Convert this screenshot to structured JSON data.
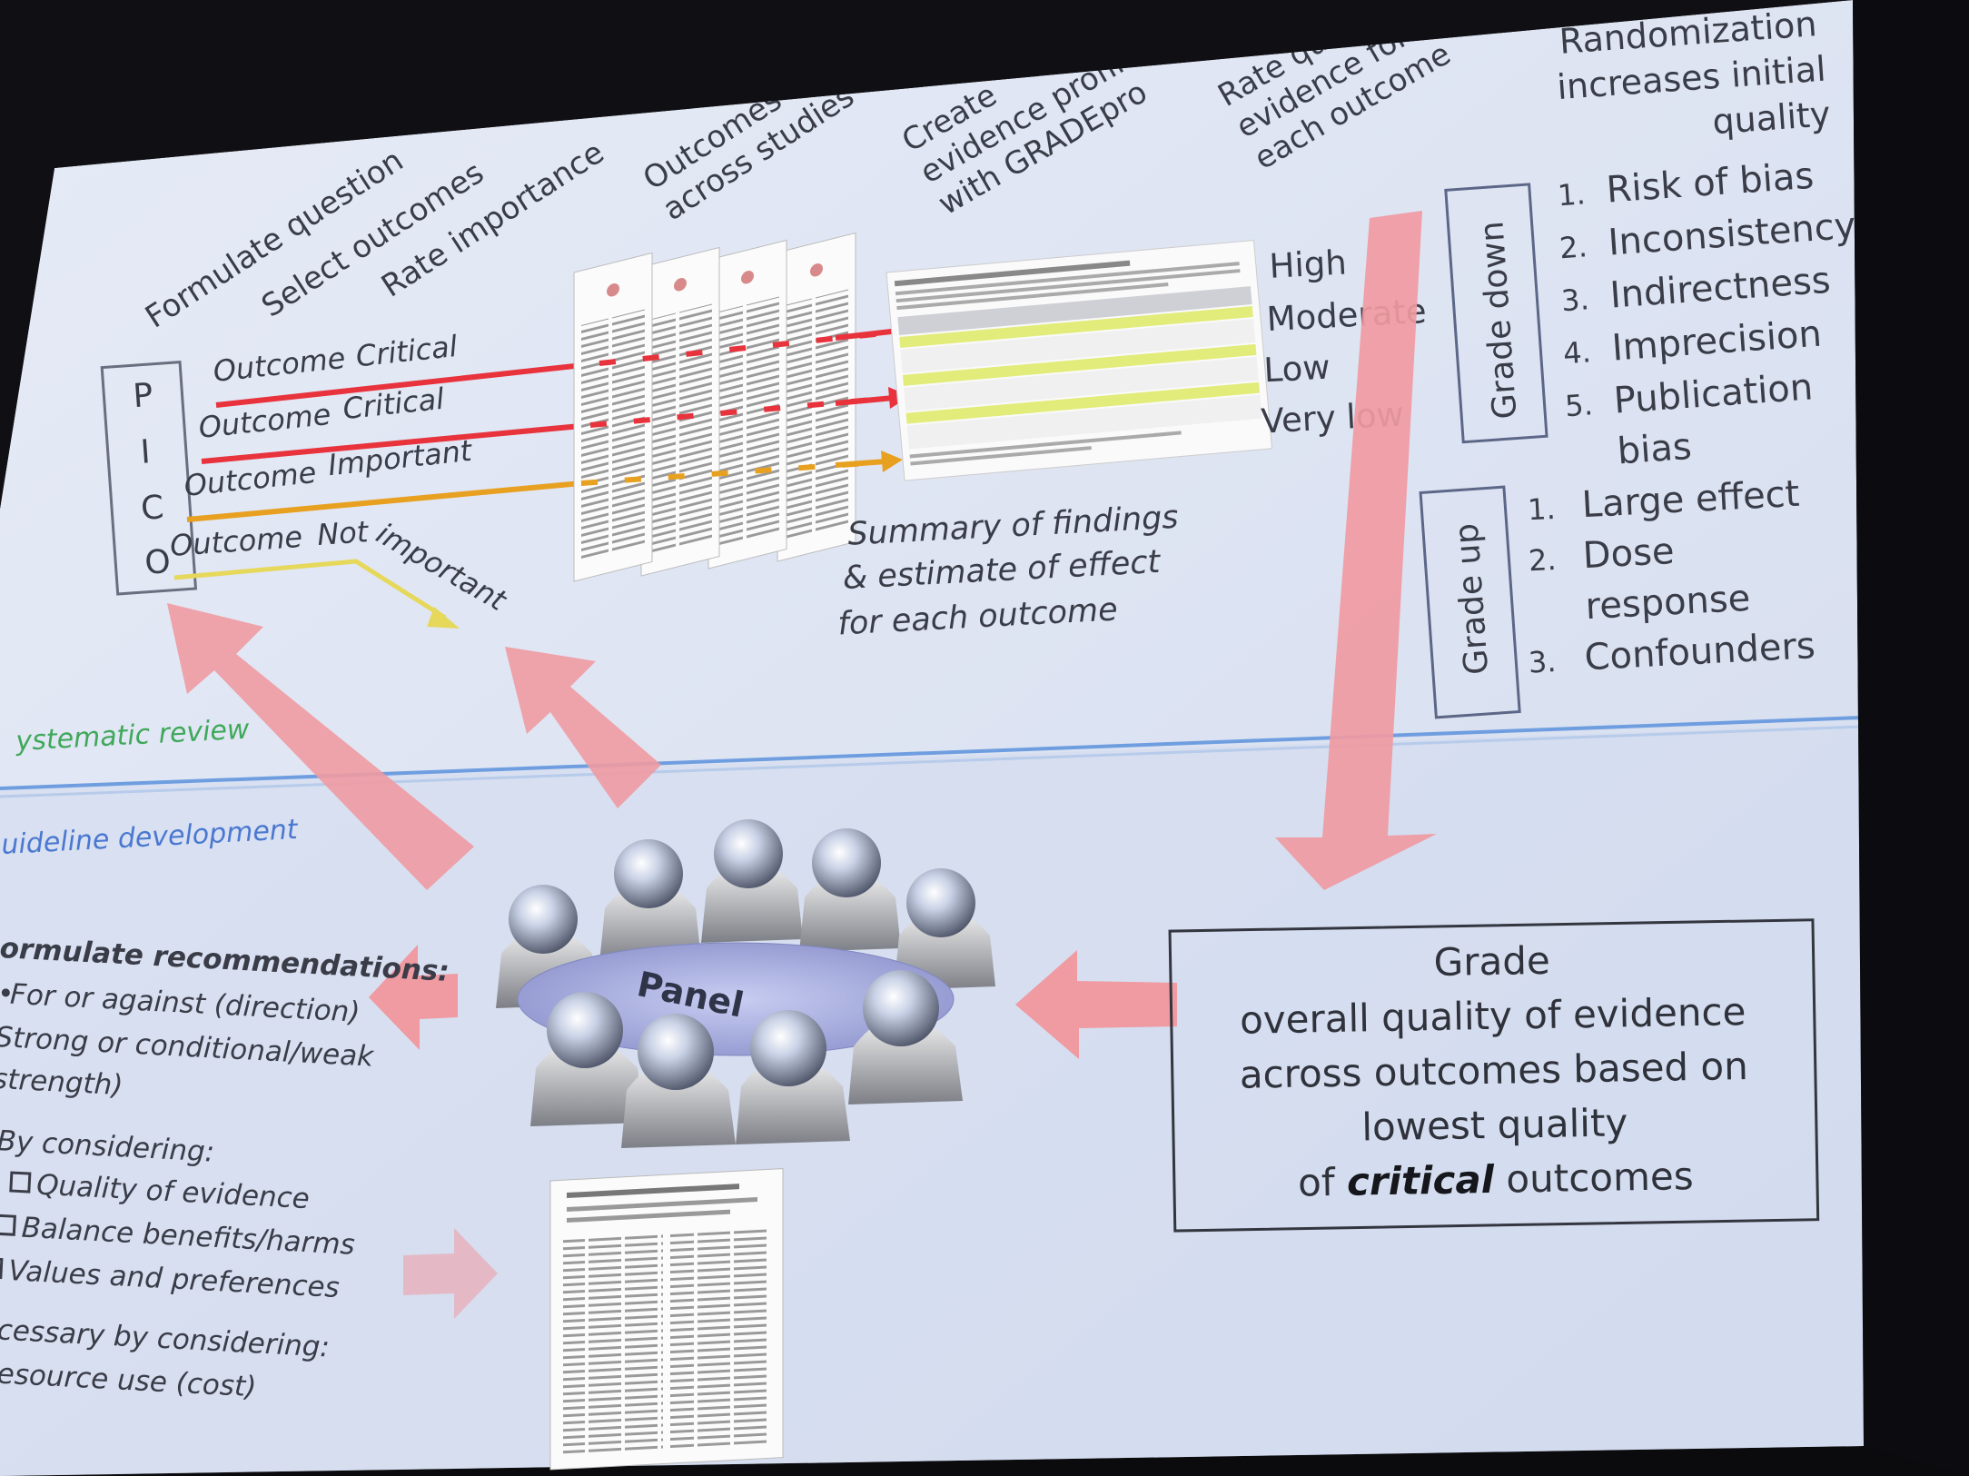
{
  "steps": {
    "formulate_question": "Formulate question",
    "select_outcomes": "Select outcomes",
    "rate_importance": "Rate importance",
    "outcomes_across_studies": [
      "Outcomes",
      "across studies"
    ],
    "create_profile": [
      "Create",
      "evidence profile",
      "with GRADEpro"
    ],
    "rate_quality": [
      "Rate quality",
      "evidence for",
      "each outcome"
    ],
    "randomization": [
      "Randomization",
      "increases initial",
      "quality"
    ]
  },
  "pico": {
    "letters": [
      "P",
      "I",
      "C",
      "O"
    ],
    "outcomes": [
      {
        "label": "Outcome",
        "rating": "Critical",
        "color": "#e8323c"
      },
      {
        "label": "Outcome",
        "rating": "Critical",
        "color": "#e8323c"
      },
      {
        "label": "Outcome",
        "rating": "Important",
        "color": "#e8a020"
      },
      {
        "label": "Outcome",
        "rating": "Not important",
        "color": "#e6d85a"
      }
    ]
  },
  "summary_caption": [
    "Summary of findings",
    "& estimate of effect",
    "for each outcome"
  ],
  "quality_levels": [
    "High",
    "Moderate",
    "Low",
    "Very low"
  ],
  "grade_down": {
    "label": "Grade down",
    "items": [
      {
        "num": "1.",
        "text": "Risk of bias"
      },
      {
        "num": "2.",
        "text": "Inconsistency"
      },
      {
        "num": "3.",
        "text": "Indirectness"
      },
      {
        "num": "4.",
        "text": "Imprecision"
      },
      {
        "num": "5.",
        "text": "Publication"
      },
      {
        "num": "",
        "text": "bias"
      }
    ]
  },
  "grade_up": {
    "label": "Grade up",
    "items": [
      {
        "num": "1.",
        "text": "Large effect"
      },
      {
        "num": "2.",
        "text": "Dose"
      },
      {
        "num": "",
        "text": "response"
      },
      {
        "num": "3.",
        "text": "Confounders"
      }
    ]
  },
  "section_labels": {
    "systematic_review": "ystematic review",
    "guideline_development": "uideline development"
  },
  "panel_label": "Panel",
  "grade_box": {
    "lines": [
      "Grade",
      "overall quality of evidence",
      "across outcomes based on",
      "lowest quality"
    ],
    "last_prefix": "of ",
    "last_emph": "critical",
    "last_suffix": " outcomes"
  },
  "recommendations": {
    "heading": "ormulate recommendations:",
    "bullets": [
      "For or against (direction)",
      "Strong or conditional/weak",
      "strength)"
    ],
    "considering_heading": "By considering:",
    "checklist": [
      "Quality of evidence",
      "Balance benefits/harms",
      "Values and preferences"
    ],
    "necessary_heading": "ecessary by considering:",
    "necessary_item": "Resource use (cost)"
  },
  "colors": {
    "slide_bg": "#dfe5f3",
    "lower_bg": "#d3dcee",
    "arrow_pink": "#f09aa2",
    "critical_red": "#e8323c",
    "important_orange": "#e8a020",
    "not_important_yellow": "#e6d85a",
    "divider_blue": "#6f9ee0",
    "review_green": "#3fa85a",
    "guideline_blue": "#4a78d0"
  }
}
